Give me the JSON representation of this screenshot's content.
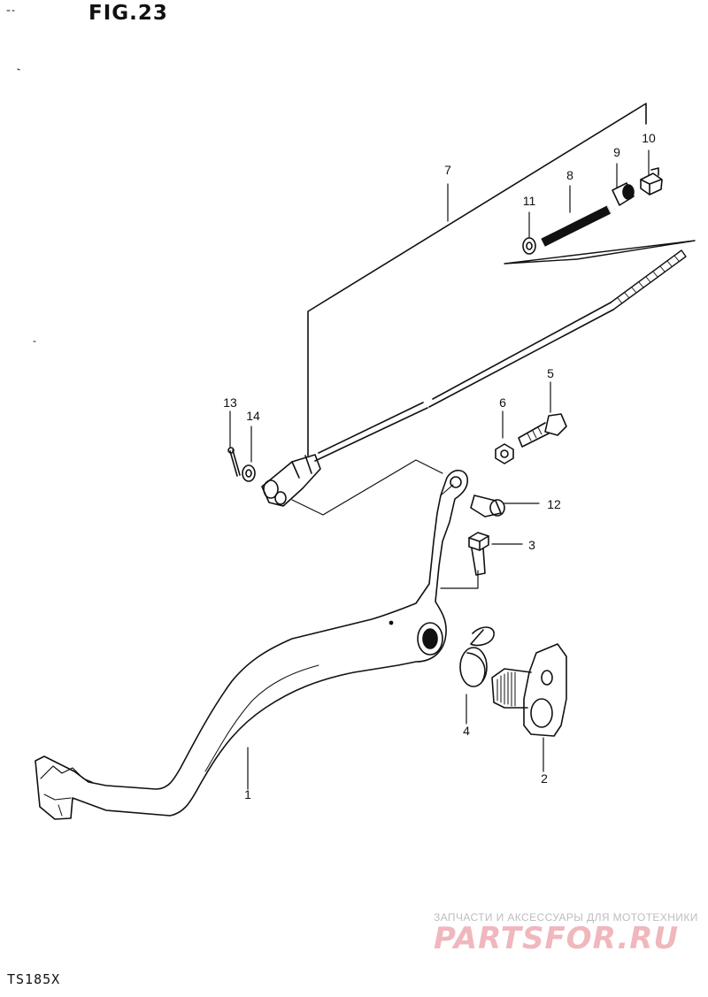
{
  "figure_label": "FIG.23",
  "model_code": "TS185X",
  "callouts": {
    "c1": "1",
    "c2": "2",
    "c3": "3",
    "c4": "4",
    "c5": "5",
    "c6": "6",
    "c7": "7",
    "c8": "8",
    "c9": "9",
    "c10": "10",
    "c11": "11",
    "c12": "12",
    "c13": "13",
    "c14": "14"
  },
  "watermark": {
    "caption": "ЗАПЧАСТИ И АКСЕССУАРЫ ДЛЯ МОТОТЕХНИКИ",
    "logo": "PARTSFOR.RU"
  },
  "colors": {
    "line": "#111111",
    "watermark_logo": "#f0b7bd",
    "watermark_caption": "#bdbdbd"
  }
}
